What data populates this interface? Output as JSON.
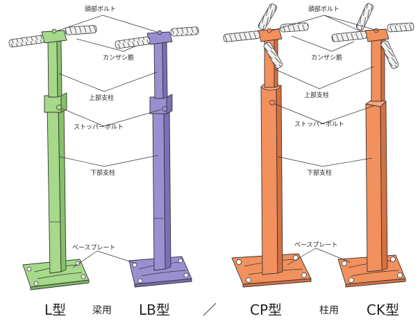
{
  "callouts": {
    "head_bolt": "頭部ボルト",
    "kanzashi": "カンザシ筋",
    "upper_post": "上部支柱",
    "stopper_bolt": "ストッパーボルト",
    "lower_post": "下部支柱",
    "base_plate": "ベースプレート"
  },
  "captions": {
    "l_type": "L型",
    "beam_use": "梁用",
    "lb_type": "LB型",
    "separator": "／",
    "cp_type": "CP型",
    "column_use": "柱用",
    "ck_type": "CK型"
  },
  "colors": {
    "l_type": "#a6d98a",
    "lb_type": "#9b8fd2",
    "cp_type": "#f2905e",
    "ck_type": "#f2905e",
    "kanzashi_bar": "#f0f0f0",
    "outline": "#333333"
  }
}
